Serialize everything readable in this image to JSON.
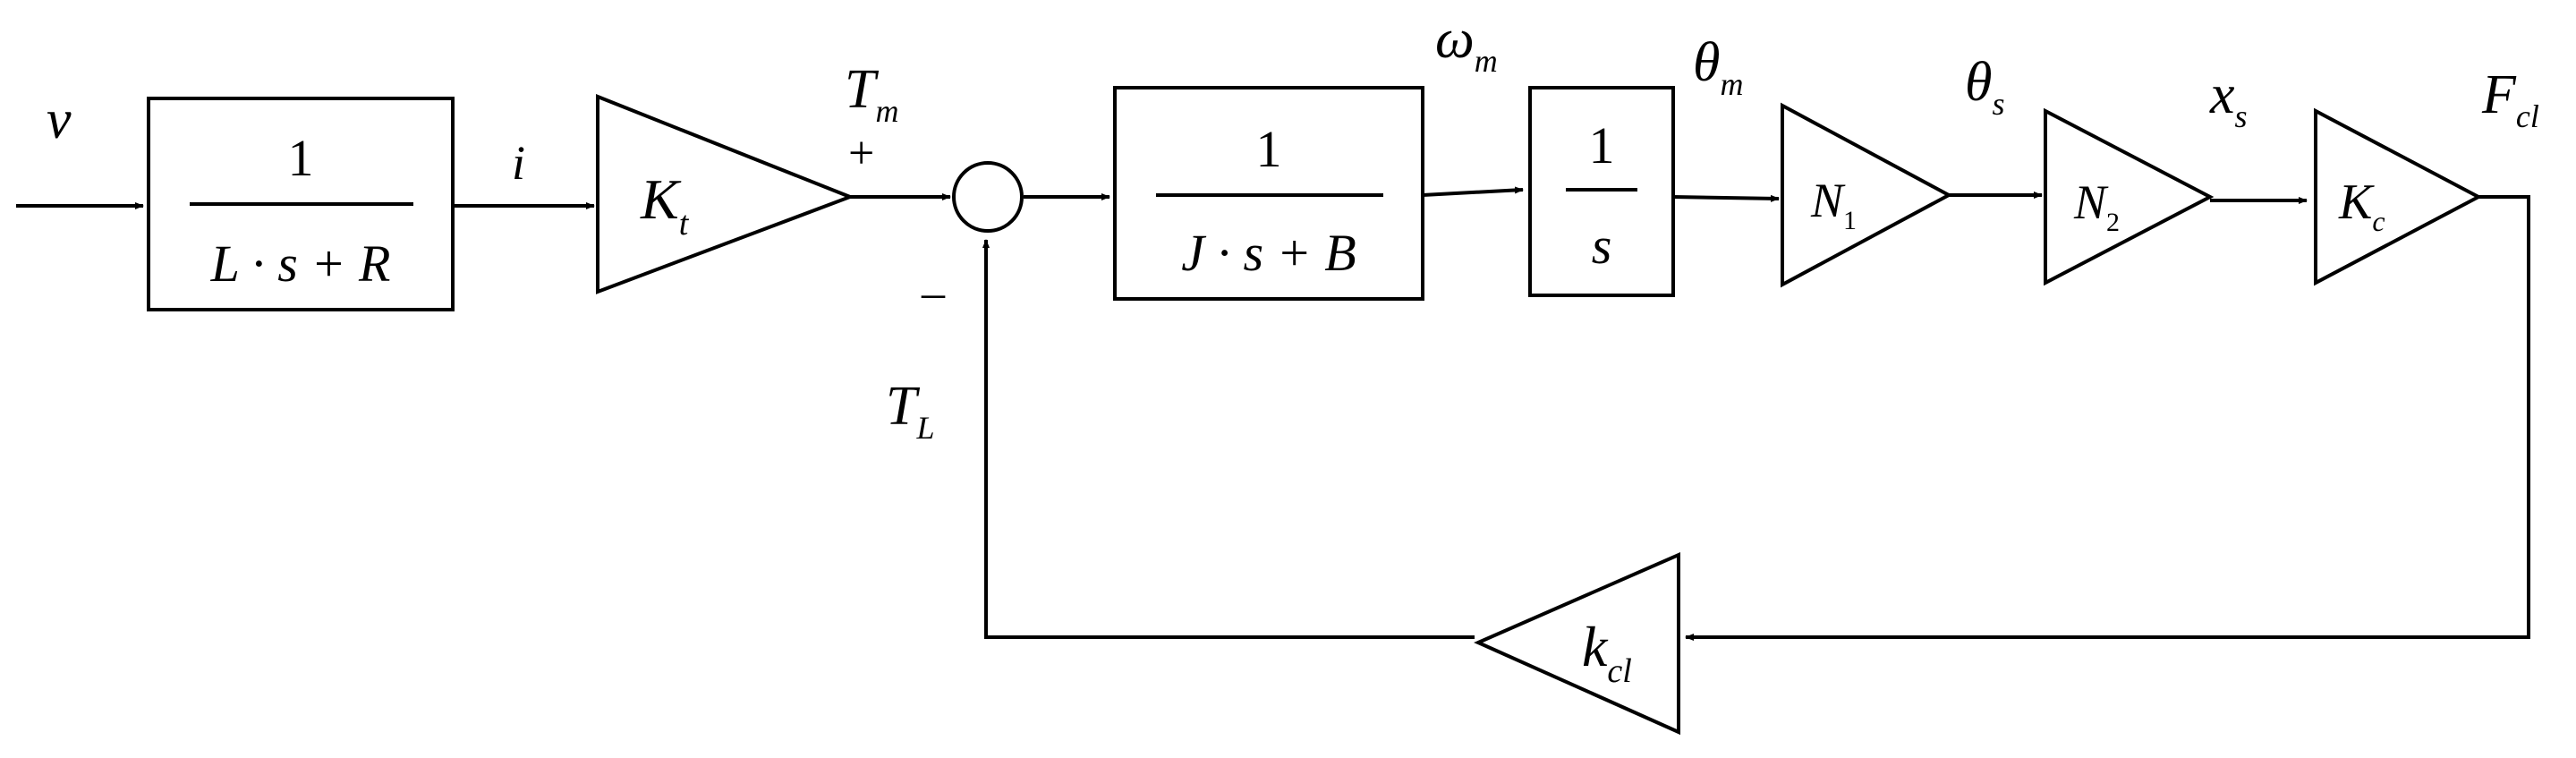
{
  "labels": {
    "input": {
      "main": "v"
    },
    "current": {
      "main": "i"
    },
    "tm": {
      "main": "T",
      "sub": "m"
    },
    "omega": {
      "main": "ω",
      "sub": "m"
    },
    "theta_m": {
      "main": "θ",
      "sub": "m"
    },
    "theta_s": {
      "main": "θ",
      "sub": "s"
    },
    "xs": {
      "main": "x",
      "sub": "s"
    },
    "fcl": {
      "main": "F",
      "sub": "cl"
    },
    "tl": {
      "main": "T",
      "sub": "L"
    }
  },
  "blocks": {
    "electrical": {
      "num": "1",
      "den": "L · s + R"
    },
    "mechanical": {
      "num": "1",
      "den": "J · s + B"
    },
    "integrator": {
      "num": "1",
      "den": "s"
    }
  },
  "gains": {
    "kt": {
      "main": "K",
      "sub": "t"
    },
    "n1": {
      "main": "N",
      "sub": "1"
    },
    "n2": {
      "main": "N",
      "sub": "2"
    },
    "kc": {
      "main": "K",
      "sub": "c"
    },
    "kcl": {
      "main": "k",
      "sub": "cl"
    }
  },
  "junction": {
    "plus": "+",
    "minus": "–"
  }
}
